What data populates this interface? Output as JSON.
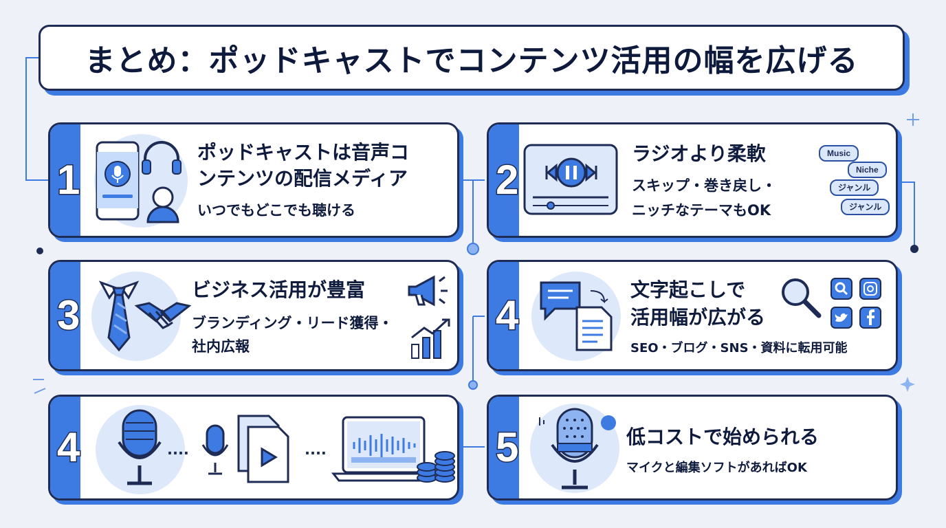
{
  "title": "まとめ：ポッドキャストでコンテンツ活用の幅を広げる",
  "cards": [
    {
      "number": "1",
      "heading_line1": "ポッドキャストは音声コ",
      "heading_line2": "ンテンツの配信メディア",
      "subtitle": "いつでもどこでも聴ける"
    },
    {
      "number": "2",
      "heading": "ラジオより柔軟",
      "subtitle_line1": "スキップ・巻き戻し・",
      "subtitle_line2": "ニッチなテーマもOK",
      "tags": [
        "Music",
        "Niche",
        "ジャンル",
        "ジャンル"
      ]
    },
    {
      "number": "3",
      "heading": "ビジネス活用が豊富",
      "subtitle_line1": "ブランディング・リード獲得・",
      "subtitle_line2": "社内広報"
    },
    {
      "number": "4",
      "heading_line1": "文字起こしで",
      "heading_line2": "活用幅が広がる",
      "subtitle": "SEO・ブログ・SNS・資料に転用可能"
    },
    {
      "number": "4"
    },
    {
      "number": "5",
      "heading": "低コストで始められる",
      "subtitle": "マイクと編集ソフトがあればOK"
    }
  ],
  "accent_color": "#3d7be3",
  "outline_color": "#1d2b55",
  "icons": [
    "smartphone-mic-icon",
    "headphones-icon",
    "user-icon",
    "media-player-icon",
    "tie-icon",
    "handshake-icon",
    "megaphone-icon",
    "growth-chart-icon",
    "chat-bubble-icon",
    "document-icon",
    "search-icon",
    "instagram-icon",
    "twitter-icon",
    "facebook-icon",
    "microphone-icon",
    "video-file-icon",
    "laptop-waveform-icon",
    "coins-icon"
  ]
}
